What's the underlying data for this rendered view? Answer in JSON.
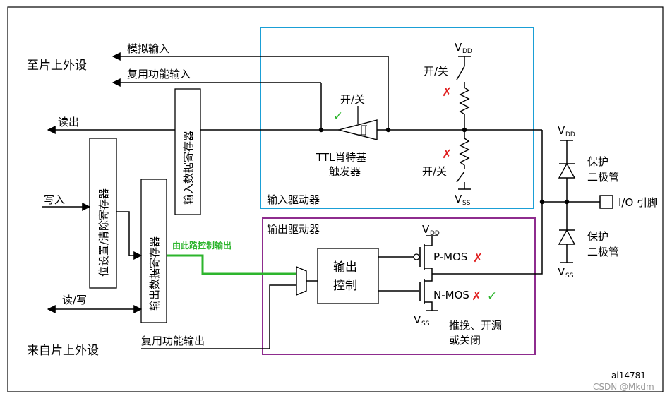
{
  "labels": {
    "to_peripheral": "至片上外设",
    "from_peripheral": "来自片上外设",
    "analog_input": "模拟输入",
    "alt_func_input": "复用功能输入",
    "read_out": "读出",
    "write_in": "写入",
    "read_write": "读/写",
    "input_data_register": "输入数据寄存器",
    "bit_set_reset_register": "位设置/清除寄存器",
    "output_data_register": "输出数据寄存器",
    "alt_func_output": "复用功能输出",
    "controlled_path_note": "由此路控制输出",
    "switch_schmitt": "开/关",
    "ttl_schmitt_line1": "TTL肖特基",
    "ttl_schmitt_line2": "触发器",
    "switch_pullup": "开/关",
    "switch_pulldown": "开/关",
    "input_driver": "输入驱动器",
    "output_driver": "输出驱动器",
    "output_control_line1": "输出",
    "output_control_line2": "控制",
    "pmos": "P-MOS",
    "nmos": "N-MOS",
    "mode_line1": "推挽、开漏",
    "mode_line2": "或关闭",
    "protect_top_line1": "保护",
    "protect_top_line2": "二极管",
    "protect_bottom_line1": "保护",
    "protect_bottom_line2": "二极管",
    "io_pin": "I/O 引脚",
    "figure_id": "ai14781",
    "watermark": "CSDN @Mkdm"
  },
  "supplies": {
    "vdd_main": "V",
    "vdd_sub": "DD",
    "vss_main": "V",
    "vss_sub": "SS"
  },
  "marks": {
    "check": "✓",
    "cross": "✗"
  },
  "colors": {
    "input_driver_border": "#1a9fd6",
    "output_driver_border": "#8e2c8e",
    "controlled_path": "#2db52d",
    "cross_mark": "#e02020",
    "check_mark": "#2db52d"
  }
}
